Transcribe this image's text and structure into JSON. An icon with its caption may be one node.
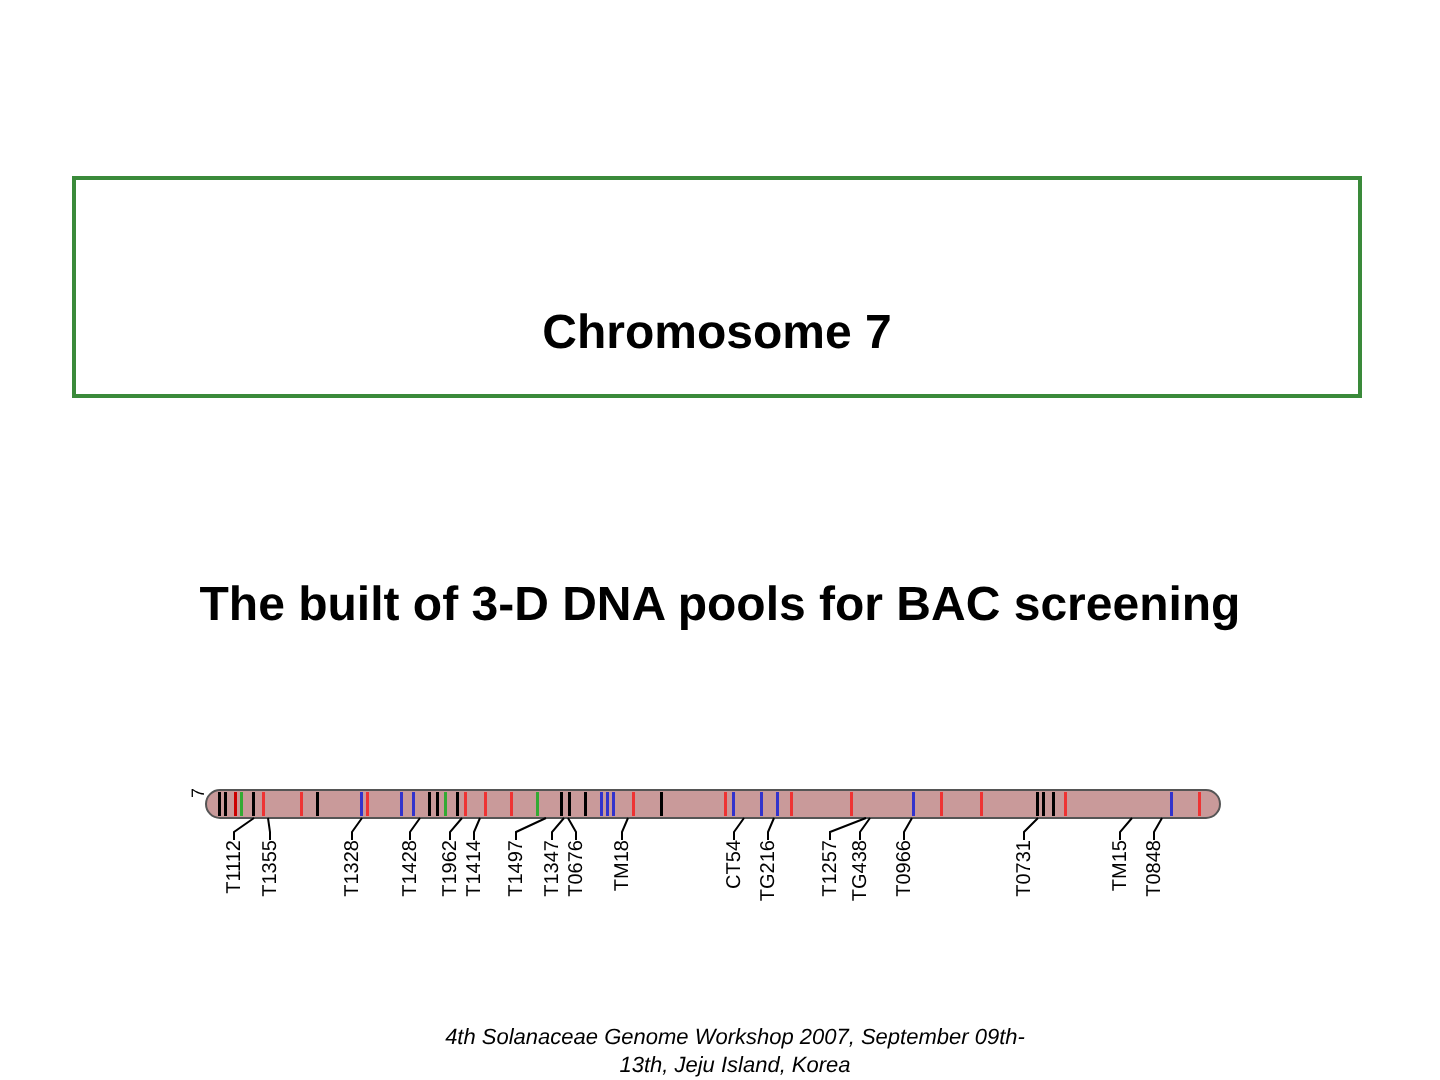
{
  "diagram": {
    "caption": "4th Solanaceae Genome Workshop 2007, September 09th-13th, Jeju Island, Korea",
    "nodes": [
      {
        "text": [
          "Chromosome 7"
        ]
      },
      {
        "text": [],
        "shape": "bar",
        "beside": [
          "7"
        ]
      },
      {
        "text": [
          "T1112"
        ]
      },
      {
        "text": [
          "T1355"
        ]
      },
      {
        "text": [
          "T1328"
        ]
      },
      {
        "text": [
          "T1428"
        ]
      },
      {
        "text": [
          "T1962"
        ]
      },
      {
        "text": [
          "T1414"
        ]
      },
      {
        "text": [
          "T1497"
        ]
      },
      {
        "text": [
          "T1347"
        ]
      },
      {
        "text": [
          "T0676"
        ]
      },
      {
        "text": [
          "TM18"
        ]
      },
      {
        "text": [
          "CT54"
        ]
      },
      {
        "text": [
          "TG216"
        ]
      },
      {
        "text": [
          "T1257"
        ]
      },
      {
        "text": [
          "TG438"
        ]
      },
      {
        "text": [
          "T0966"
        ]
      },
      {
        "text": [
          "T0731"
        ]
      },
      {
        "text": [
          "TM15"
        ]
      },
      {
        "text": [
          "T0848"
        ]
      }
    ],
    "edges": [
      {
        "from": 2,
        "to": 1,
        "arrow": "none"
      },
      {
        "from": 3,
        "to": 1,
        "arrow": "none"
      },
      {
        "from": 4,
        "to": 1,
        "arrow": "none"
      },
      {
        "from": 5,
        "to": 1,
        "arrow": "none"
      },
      {
        "from": 6,
        "to": 1,
        "arrow": "none"
      },
      {
        "from": 7,
        "to": 1,
        "arrow": "none"
      },
      {
        "from": 8,
        "to": 1,
        "arrow": "none"
      },
      {
        "from": 9,
        "to": 1,
        "arrow": "none"
      },
      {
        "from": 10,
        "to": 1,
        "arrow": "none"
      },
      {
        "from": 11,
        "to": 1,
        "arrow": "none"
      },
      {
        "from": 12,
        "to": 1,
        "arrow": "none"
      },
      {
        "from": 13,
        "to": 1,
        "arrow": "none"
      },
      {
        "from": 14,
        "to": 1,
        "arrow": "none"
      },
      {
        "from": 15,
        "to": 1,
        "arrow": "none"
      },
      {
        "from": 16,
        "to": 1,
        "arrow": "none"
      },
      {
        "from": 17,
        "to": 1,
        "arrow": "none"
      },
      {
        "from": 18,
        "to": 1,
        "arrow": "none"
      },
      {
        "from": 19,
        "to": 1,
        "arrow": "none"
      }
    ],
    "labels": [
      "The built of 3-D DNA pools for BAC screening"
    ]
  }
}
